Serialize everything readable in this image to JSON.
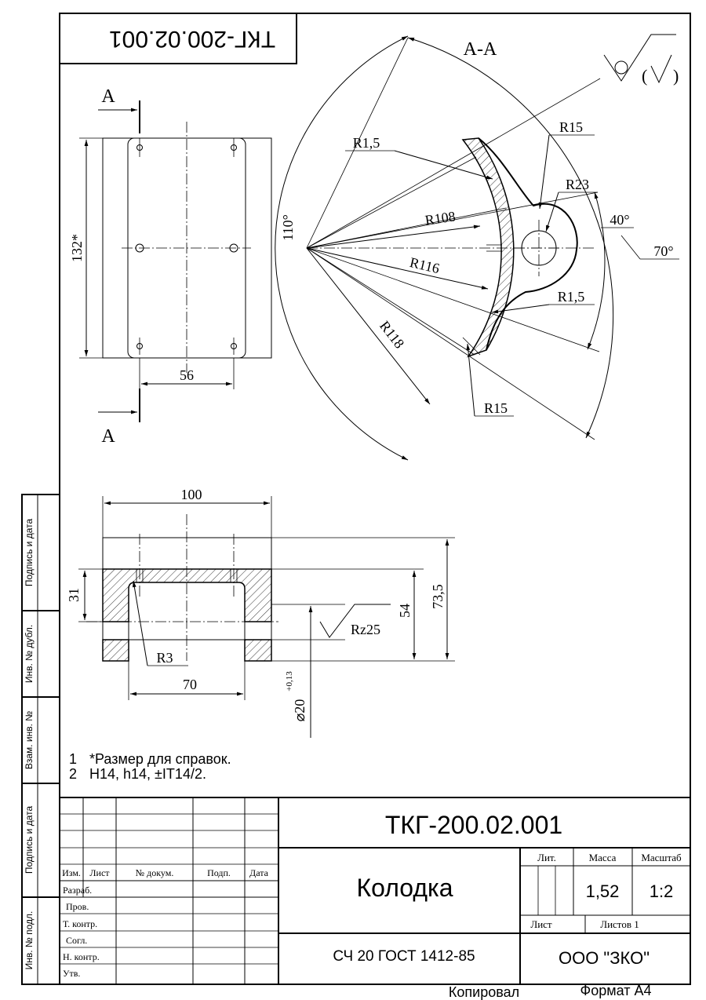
{
  "document": {
    "code_stamp": "ТКГ-200.02.001",
    "section_label": "А-А",
    "roughness_paren": "(",
    "roughness_paren_close": ")"
  },
  "front_view": {
    "section_mark_top": "А",
    "section_mark_bottom": "А",
    "dim_height": "132*",
    "dim_width": "56"
  },
  "section_view": {
    "angle_total": "110°",
    "angle_70": "70°",
    "angle_40": "40°",
    "r15_top": "R15",
    "r15_bottom": "R15",
    "r23": "R23",
    "r1_5_top": "R1,5",
    "r1_5_bottom": "R1,5",
    "r108": "R108",
    "r116": "R116",
    "r118": "R118"
  },
  "side_view": {
    "dim_100": "100",
    "dim_70": "70",
    "dim_31": "31",
    "dim_54": "54",
    "dim_73_5": "73,5",
    "r3": "R3",
    "rz": "Rz25",
    "bore": "⌀20",
    "bore_tol": "+0,13"
  },
  "notes": [
    {
      "num": "1",
      "text": "*Размер для справок."
    },
    {
      "num": "2",
      "text": "H14, h14, ±IT14/2."
    }
  ],
  "side_stamp": [
    "Подпись и дата",
    "Инв. № дубл.",
    "Взам. инв. №",
    "Подпись и дата",
    "Инв. № подл."
  ],
  "title_block": {
    "designation": "ТКГ-200.02.001",
    "part_name": "Колодка",
    "material": "СЧ 20 ГОСТ 1412-85",
    "organization": "ООО \"ЗКО\"",
    "col_headers": [
      "Изм.",
      "Лист",
      "№ докум.",
      "Подп.",
      "Дата"
    ],
    "roles": [
      "Разраб.",
      "Пров.",
      "Т. контр.",
      "Согл.",
      "Н. контр.",
      "Утв."
    ],
    "lit_label": "Лит.",
    "mass_label": "Масса",
    "scale_label": "Масштаб",
    "mass_value": "1,52",
    "scale_value": "1:2",
    "sheet_label": "Лист",
    "sheets_label": "Листов 1"
  },
  "footer": {
    "copied": "Копировал",
    "format": "Формат А4"
  }
}
